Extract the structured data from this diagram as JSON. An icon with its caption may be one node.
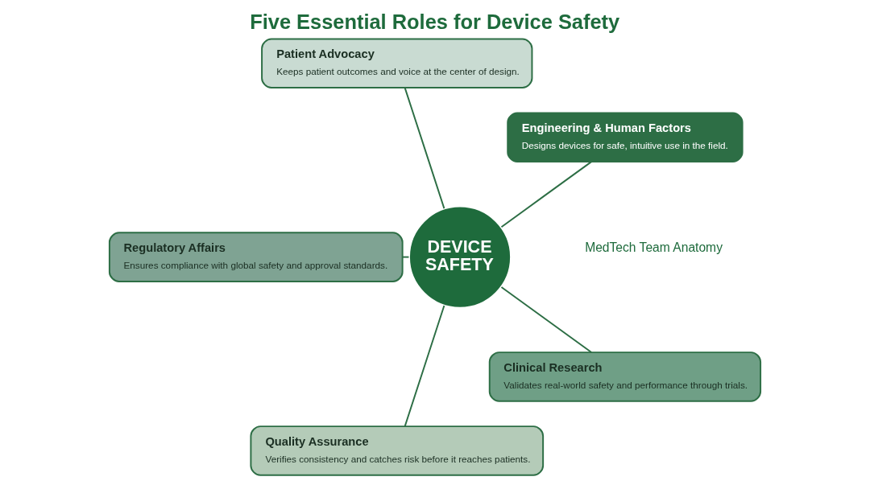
{
  "diagram": {
    "title": "Five Essential Roles for Device Safety",
    "nodes": [
      {
        "text": [
          "DEVICE SAFETY"
        ]
      },
      {
        "text": [
          "Engineering & Human Factors",
          "Designs devices for safe, intuitive use in the field."
        ]
      },
      {
        "text": [
          "Patient Advocacy",
          "Keeps patient outcomes and voice at the center of design."
        ]
      },
      {
        "text": [
          "Regulatory Affairs",
          "Ensures compliance with global safety and approval standards."
        ]
      },
      {
        "text": [
          "Quality Assurance",
          "Verifies consistency and catches risk before it reaches patients."
        ]
      },
      {
        "text": [
          "Clinical Research",
          "Validates real-world safety and performance through trials."
        ]
      }
    ],
    "edges": [
      {
        "from": 0,
        "to": 1,
        "arrow": "none"
      },
      {
        "from": 0,
        "to": 2,
        "arrow": "none"
      },
      {
        "from": 0,
        "to": 3,
        "arrow": "none"
      },
      {
        "from": 0,
        "to": 4,
        "arrow": "none"
      },
      {
        "from": 0,
        "to": 5,
        "arrow": "none"
      }
    ],
    "labels": [
      "MedTech Team Anatomy"
    ]
  }
}
